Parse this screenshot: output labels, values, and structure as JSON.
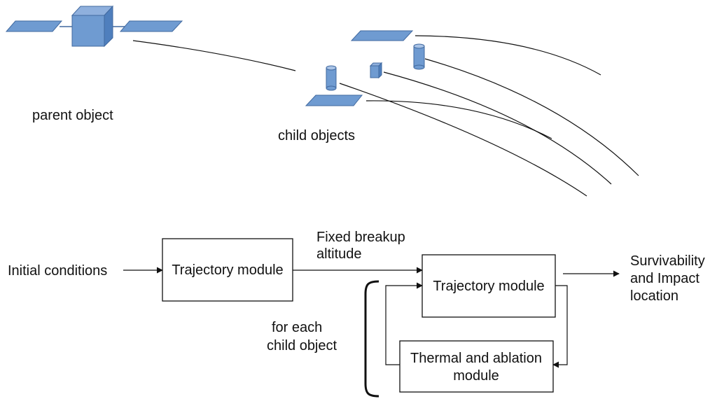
{
  "top": {
    "parent_label": "parent object",
    "child_label": "child objects"
  },
  "flow": {
    "input_label": "Initial conditions",
    "box1_label": "Trajectory module",
    "edge_label_line1": "Fixed breakup",
    "edge_label_line2": "altitude",
    "box2_label": "Trajectory module",
    "box3_line1": "Thermal and ablation",
    "box3_line2": "module",
    "loop_line1": "for each",
    "loop_line2": "child object",
    "output_line1": "Survivability",
    "output_line2": "and Impact",
    "output_line3": "location"
  },
  "colors": {
    "object_fill": "#6f9bd1",
    "object_stroke": "#41699f",
    "line": "#111111",
    "box_stroke": "#111111"
  },
  "icons": {
    "satellite": "satellite-icon",
    "solar_panel": "solar-panel-icon",
    "cylinder": "cylinder-icon",
    "cube": "cube-icon"
  }
}
